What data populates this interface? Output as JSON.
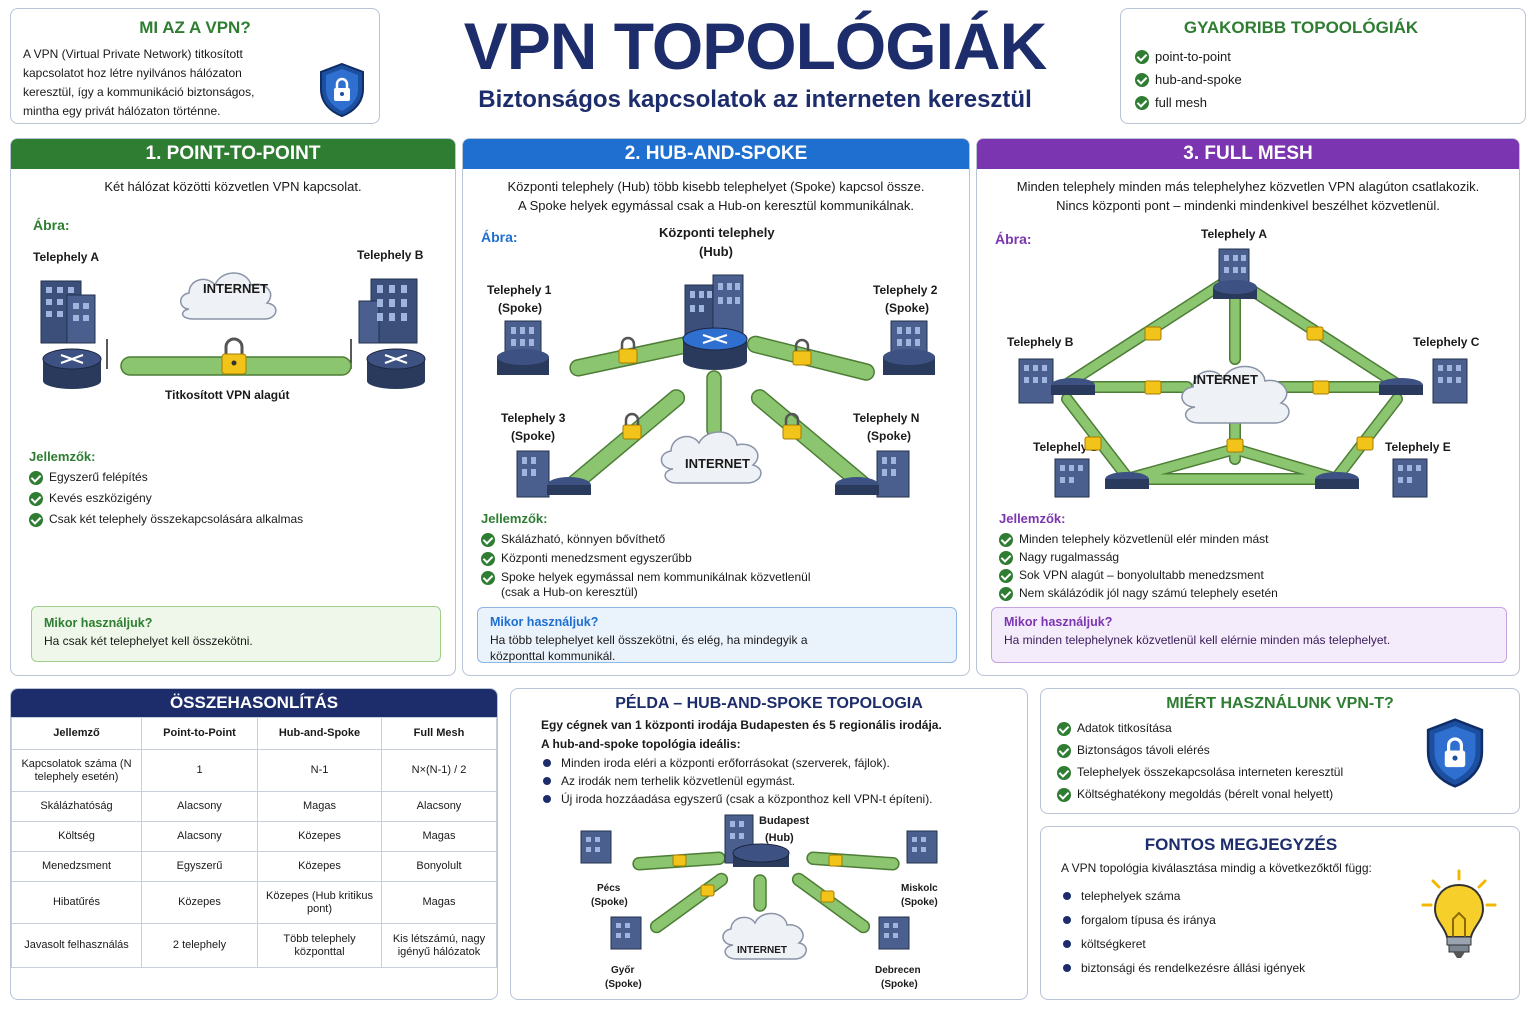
{
  "header": {
    "title": "VPN TOPOLÓGIÁK",
    "subtitle": "Biztonságos kapcsolatok az interneten keresztül"
  },
  "what_is": {
    "title": "MI AZ A VPN?",
    "text": "A VPN (Virtual Private Network) titkosított kapcsolatot hoz létre nyilvános hálózaton keresztül, így a kommunikáció biztonságos, mintha egy privát hálózaton történne."
  },
  "common": {
    "title": "GYAKORIBB TOPOOLÓGIÁK",
    "items": [
      "point-to-point",
      "hub-and-spoke",
      "full mesh"
    ]
  },
  "p2p": {
    "title": "1. POINT-TO-POINT",
    "desc": "Két hálózat közötti közvetlen VPN kapcsolat.",
    "diagram_label": "Ábra:",
    "site_a": "Telephely A",
    "site_b": "Telephely B",
    "internet": "INTERNET",
    "tunnel": "Titkosított VPN alagút",
    "features_title": "Jellemzők:",
    "features": [
      "Egyszerű felépítés",
      "Kevés eszközigény",
      "Csak két telephely összekapcsolására alkalmas"
    ],
    "when_title": "Mikor használjuk?",
    "when_text": "Ha csak két telephelyet kell összekötni."
  },
  "hub": {
    "title": "2. HUB-AND-SPOKE",
    "desc1": "Központi telephely (Hub) több kisebb telephelyet (Spoke) kapcsol össze.",
    "desc2": "A Spoke helyek egymással csak a Hub-on keresztül kommunikálnak.",
    "diagram_label": "Ábra:",
    "hub_label1": "Központi telephely",
    "hub_label2": "(Hub)",
    "spoke": "(Spoke)",
    "site1": "Telephely 1",
    "site2": "Telephely 2",
    "site3": "Telephely 3",
    "siteN": "Telephely N",
    "internet": "INTERNET",
    "features_title": "Jellemzők:",
    "features": [
      "Skálázható, könnyen bővíthető",
      "Központi menedzsment egyszerűbb",
      "Spoke helyek egymással nem kommunikálnak közvetlenül"
    ],
    "features_note": "(csak a Hub-on keresztül)",
    "when_title": "Mikor használjuk?",
    "when_text": "Ha több telephelyet kell összekötni, és elég, ha mindegyik a központtal kommunikál."
  },
  "mesh": {
    "title": "3. FULL MESH",
    "desc1": "Minden telephely minden más telephelyhez közvetlen VPN alagúton csatlakozik.",
    "desc2": "Nincs központi pont – mindenki mindenkivel beszélhet közvetlenül.",
    "diagram_label": "Ábra:",
    "site_a": "Telephely A",
    "site_b": "Telephely B",
    "site_c": "Telephely C",
    "site_d": "Telephely D",
    "site_e": "Telephely E",
    "internet": "INTERNET",
    "features_title": "Jellemzők:",
    "features": [
      "Minden telephely közvetlenül elér minden mást",
      "Nagy rugalmasság",
      "Sok VPN alagút – bonyolultabb menedzsment",
      "Nem skálázódik jól nagy számú telephely esetén"
    ],
    "when_title": "Mikor használjuk?",
    "when_text": "Ha minden telephelynek közvetlenül kell elérnie minden más telephelyet."
  },
  "compare": {
    "title": "ÖSSZEHASONLÍTÁS",
    "headers": [
      "Jellemző",
      "Point-to-Point",
      "Hub-and-Spoke",
      "Full Mesh"
    ],
    "rows": [
      [
        "Kapcsolatok száma (N telephely esetén)",
        "1",
        "N-1",
        "N×(N-1) / 2"
      ],
      [
        "Skálázhatóság",
        "Alacsony",
        "Magas",
        "Alacsony"
      ],
      [
        "Költség",
        "Alacsony",
        "Közepes",
        "Magas"
      ],
      [
        "Menedzsment",
        "Egyszerű",
        "Közepes",
        "Bonyolult"
      ],
      [
        "Hibatűrés",
        "Közepes",
        "Közepes (Hub kritikus pont)",
        "Magas"
      ],
      [
        "Javasolt felhasználás",
        "2 telephely",
        "Több telephely központtal",
        "Kis létszámú, nagy igényű hálózatok"
      ]
    ]
  },
  "example": {
    "title": "PÉLDA – HUB-AND-SPOKE TOPOLOGIA",
    "intro1": "Egy cégnek van 1 központi irodája Budapesten és 5 regionális irodája.",
    "intro2": "A hub-and-spoke topológia ideális:",
    "bullets": [
      "Minden iroda eléri a központi erőforrásokat (szerverek, fájlok).",
      "Az irodák nem terhelik közvetlenül egymást.",
      "Új iroda hozzáadása egyszerű (csak a központhoz kell VPN-t építeni)."
    ],
    "budapest": "Budapest",
    "hub": "(Hub)",
    "spoke": "(Spoke)",
    "pecs": "Pécs",
    "miskolc": "Miskolc",
    "gyor": "Győr",
    "debrecen": "Debrecen",
    "internet": "INTERNET"
  },
  "why": {
    "title": "MIÉRT HASZNÁLUNK VPN-T?",
    "items": [
      "Adatok titkosítása",
      "Biztonságos távoli elérés",
      "Telephelyek összekapcsolása interneten keresztül",
      "Költséghatékony megoldás (bérelt vonal helyett)"
    ]
  },
  "note": {
    "title": "FONTOS MEGJEGYZÉS",
    "intro": "A VPN topológia kiválasztása mindig a következőktől függ:",
    "items": [
      "telephelyek száma",
      "forgalom típusa és iránya",
      "költségkeret",
      "biztonsági és rendelkezésre állási igények"
    ]
  },
  "colors": {
    "navy": "#1d2d6b",
    "green": "#2e7d32",
    "blue": "#1e6fd0",
    "purple": "#7b35b0",
    "tunnel": "#8cc56f",
    "lock": "#f2c318"
  }
}
